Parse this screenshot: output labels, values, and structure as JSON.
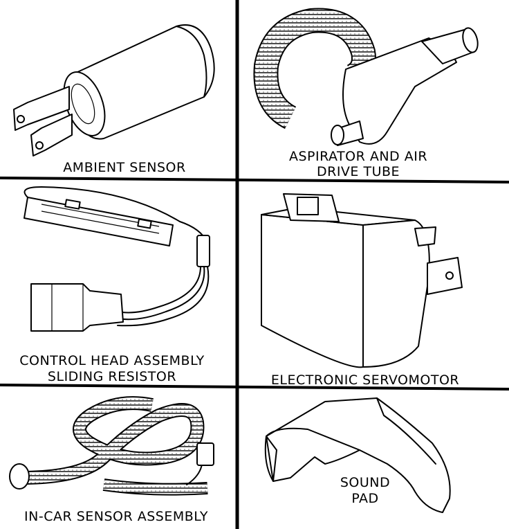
{
  "panels": [
    {
      "id": "ambient-sensor",
      "label": "AMBIENT SENSOR"
    },
    {
      "id": "aspirator",
      "label_line1": "ASPIRATOR AND AIR",
      "label_line2": "DRIVE TUBE"
    },
    {
      "id": "control-head",
      "label_line1": "CONTROL HEAD ASSEMBLY",
      "label_line2": "SLIDING RESISTOR"
    },
    {
      "id": "servomotor",
      "label": "ELECTRONIC SERVOMOTOR"
    },
    {
      "id": "in-car-sensor",
      "label": "IN-CAR SENSOR ASSEMBLY"
    },
    {
      "id": "sound-pad",
      "label_line1": "SOUND",
      "label_line2": "PAD"
    }
  ],
  "colors": {
    "ink": "#000000",
    "paper": "#ffffff",
    "stipple": "#bdbdbd"
  }
}
